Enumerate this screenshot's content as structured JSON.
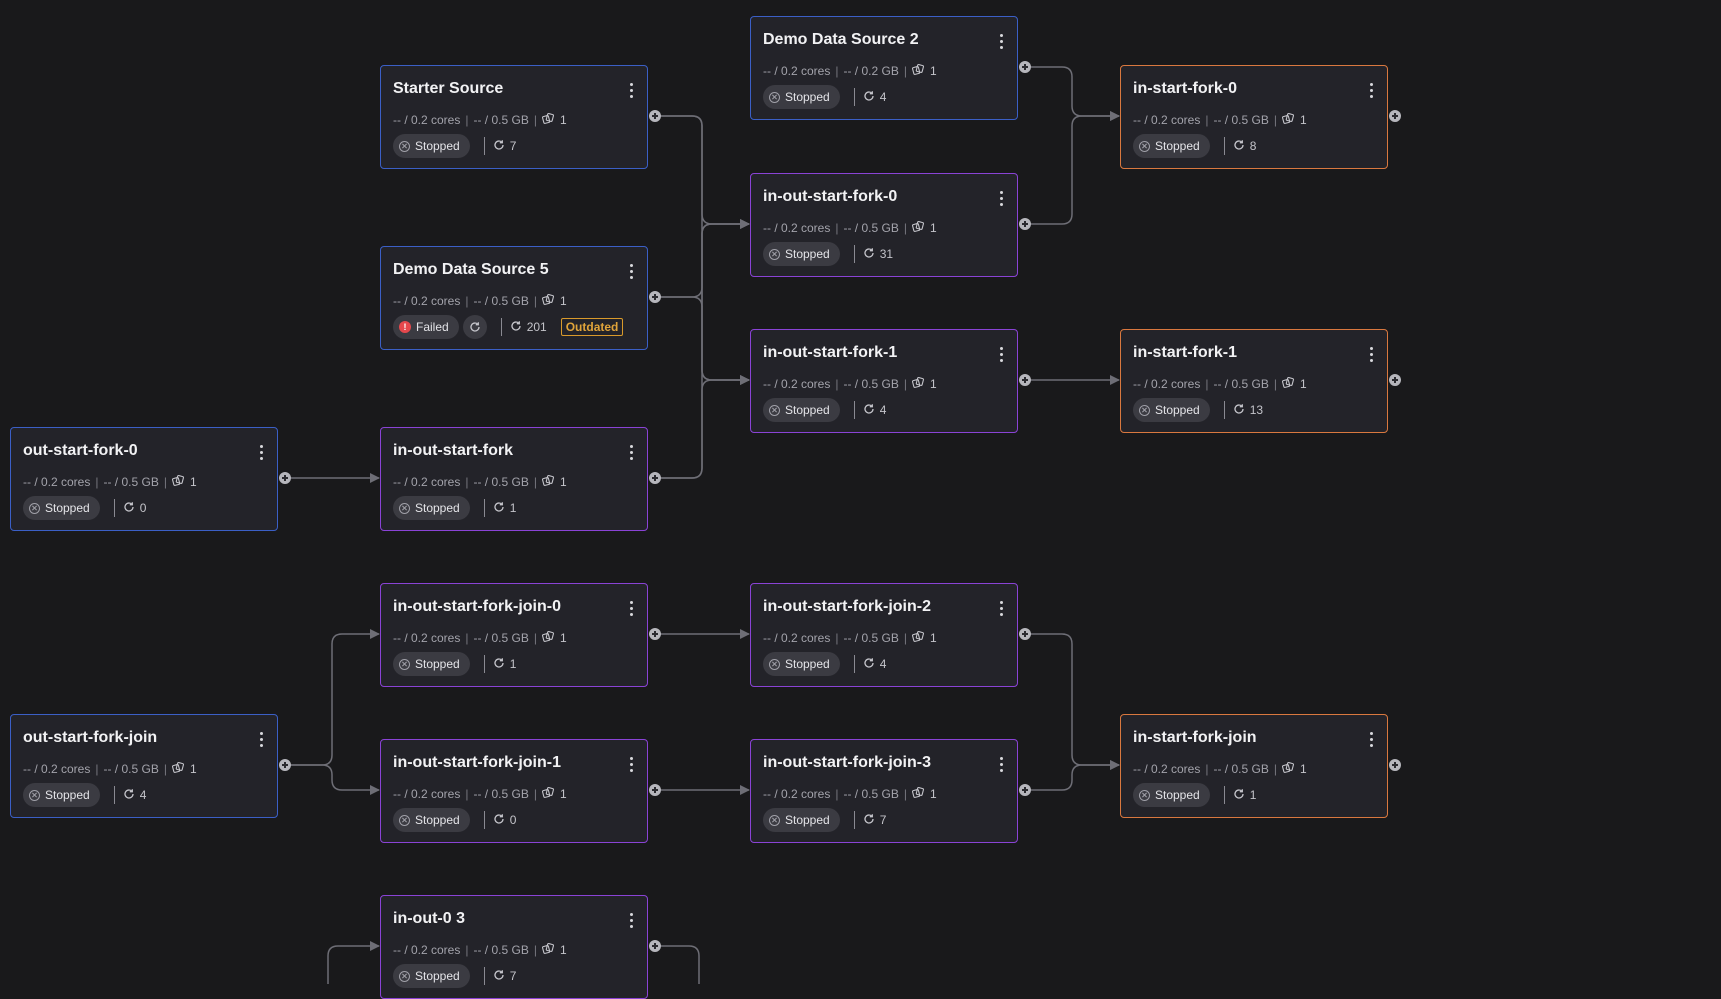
{
  "colors": {
    "background": "#19191b",
    "node_bg": "#232329",
    "blue_border": "#3b5fc6",
    "purple_border": "#8a43d6",
    "orange_border": "#d9783f",
    "edge": "#6e6e76",
    "failed": "#e5484d",
    "outdated": "#e0a43a"
  },
  "icons": {
    "menu": "kebab-menu-icon",
    "replicas": "replicas-icon",
    "restarts": "restart-icon",
    "stopped": "stopped-circle-x-icon",
    "failed": "failed-alert-icon",
    "retry": "retry-icon",
    "handle": "connector-plus-icon"
  },
  "nodes": [
    {
      "id": "demo2",
      "title": "Demo Data Source 2",
      "color": "blue",
      "meta": {
        "cpu": "-- / 0.2 cores",
        "mem": "-- / 0.2 GB",
        "replicas": "1"
      },
      "status": "Stopped",
      "restarts": "4"
    },
    {
      "id": "starter",
      "title": "Starter Source",
      "color": "blue",
      "meta": {
        "cpu": "-- / 0.2 cores",
        "mem": "-- / 0.5 GB",
        "replicas": "1"
      },
      "status": "Stopped",
      "restarts": "7"
    },
    {
      "id": "demo5",
      "title": "Demo Data Source 5",
      "color": "blue",
      "meta": {
        "cpu": "-- / 0.2 cores",
        "mem": "-- / 0.5 GB",
        "replicas": "1"
      },
      "status": "Failed",
      "restarts": "201",
      "retry": true,
      "outdated": "Outdated"
    },
    {
      "id": "iosf0",
      "title": "in-out-start-fork-0",
      "color": "purple",
      "meta": {
        "cpu": "-- / 0.2 cores",
        "mem": "-- / 0.5 GB",
        "replicas": "1"
      },
      "status": "Stopped",
      "restarts": "31"
    },
    {
      "id": "iosf1",
      "title": "in-out-start-fork-1",
      "color": "purple",
      "meta": {
        "cpu": "-- / 0.2 cores",
        "mem": "-- / 0.5 GB",
        "replicas": "1"
      },
      "status": "Stopped",
      "restarts": "4"
    },
    {
      "id": "isf0",
      "title": "in-start-fork-0",
      "color": "orange",
      "meta": {
        "cpu": "-- / 0.2 cores",
        "mem": "-- / 0.5 GB",
        "replicas": "1"
      },
      "status": "Stopped",
      "restarts": "8"
    },
    {
      "id": "isf1",
      "title": "in-start-fork-1",
      "color": "orange",
      "meta": {
        "cpu": "-- / 0.2 cores",
        "mem": "-- / 0.5 GB",
        "replicas": "1"
      },
      "status": "Stopped",
      "restarts": "13"
    },
    {
      "id": "osf0",
      "title": "out-start-fork-0",
      "color": "blue",
      "meta": {
        "cpu": "-- / 0.2 cores",
        "mem": "-- / 0.5 GB",
        "replicas": "1"
      },
      "status": "Stopped",
      "restarts": "0"
    },
    {
      "id": "iosf",
      "title": "in-out-start-fork",
      "color": "purple",
      "meta": {
        "cpu": "-- / 0.2 cores",
        "mem": "-- / 0.5 GB",
        "replicas": "1"
      },
      "status": "Stopped",
      "restarts": "1"
    },
    {
      "id": "iosfj0",
      "title": "in-out-start-fork-join-0",
      "color": "purple",
      "meta": {
        "cpu": "-- / 0.2 cores",
        "mem": "-- / 0.5 GB",
        "replicas": "1"
      },
      "status": "Stopped",
      "restarts": "1"
    },
    {
      "id": "iosfj2",
      "title": "in-out-start-fork-join-2",
      "color": "purple",
      "meta": {
        "cpu": "-- / 0.2 cores",
        "mem": "-- / 0.5 GB",
        "replicas": "1"
      },
      "status": "Stopped",
      "restarts": "4"
    },
    {
      "id": "osfj",
      "title": "out-start-fork-join",
      "color": "blue",
      "meta": {
        "cpu": "-- / 0.2 cores",
        "mem": "-- / 0.5 GB",
        "replicas": "1"
      },
      "status": "Stopped",
      "restarts": "4"
    },
    {
      "id": "iosfj1",
      "title": "in-out-start-fork-join-1",
      "color": "purple",
      "meta": {
        "cpu": "-- / 0.2 cores",
        "mem": "-- / 0.5 GB",
        "replicas": "1"
      },
      "status": "Stopped",
      "restarts": "0"
    },
    {
      "id": "iosfj3",
      "title": "in-out-start-fork-join-3",
      "color": "purple",
      "meta": {
        "cpu": "-- / 0.2 cores",
        "mem": "-- / 0.5 GB",
        "replicas": "1"
      },
      "status": "Stopped",
      "restarts": "7"
    },
    {
      "id": "isfj",
      "title": "in-start-fork-join",
      "color": "orange",
      "meta": {
        "cpu": "-- / 0.2 cores",
        "mem": "-- / 0.5 GB",
        "replicas": "1"
      },
      "status": "Stopped",
      "restarts": "1"
    },
    {
      "id": "io03",
      "title": "in-out-0 3",
      "color": "purple",
      "meta": {
        "cpu": "-- / 0.2 cores",
        "mem": "-- / 0.5 GB",
        "replicas": "1"
      },
      "status": "Stopped",
      "restarts": "7"
    }
  ],
  "edges": [
    [
      "starter",
      "iosf0"
    ],
    [
      "starter",
      "iosf1"
    ],
    [
      "demo5",
      "iosf0"
    ],
    [
      "demo5",
      "iosf1"
    ],
    [
      "iosf",
      "iosf0"
    ],
    [
      "iosf",
      "iosf1"
    ],
    [
      "demo2",
      "isf0"
    ],
    [
      "iosf0",
      "isf0"
    ],
    [
      "iosf1",
      "isf1"
    ],
    [
      "osf0",
      "iosf"
    ],
    [
      "osfj",
      "iosfj0"
    ],
    [
      "osfj",
      "iosfj1"
    ],
    [
      "iosfj0",
      "iosfj2"
    ],
    [
      "iosfj1",
      "iosfj3"
    ],
    [
      "iosfj2",
      "isfj"
    ],
    [
      "iosfj3",
      "isfj"
    ]
  ]
}
